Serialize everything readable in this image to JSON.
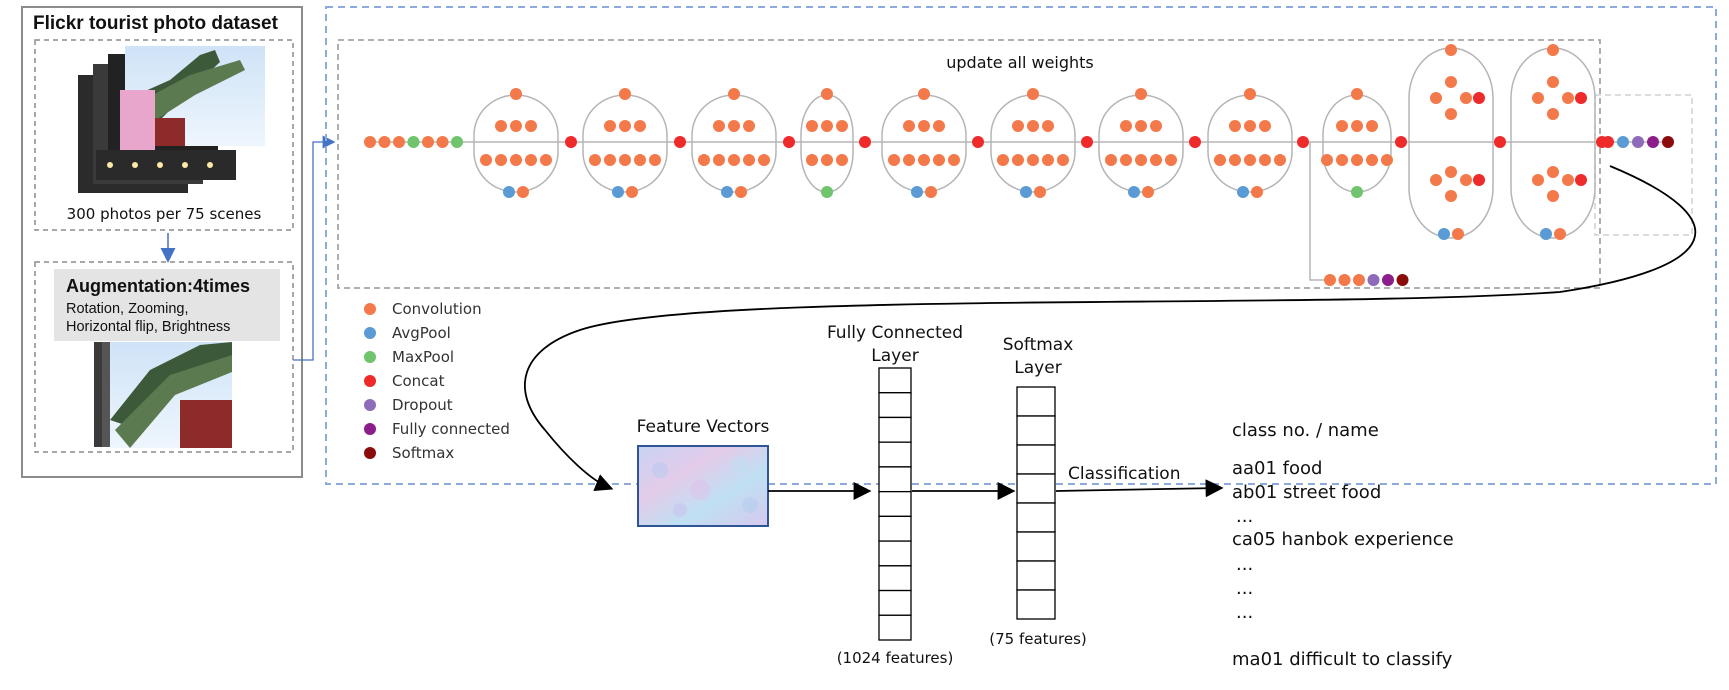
{
  "dataset": {
    "title": "Flickr tourist photo dataset",
    "caption": "300 photos per 75 scenes"
  },
  "augmentation": {
    "title": "Augmentation:4times",
    "line1": "Rotation,  Zooming,",
    "line2": "Horizontal  flip, Brightness"
  },
  "network": {
    "update_label": "update all weights"
  },
  "colors": {
    "convolution": "#f4794a",
    "avgpool": "#5b9bd5",
    "maxpool": "#70c46c",
    "concat": "#ee2a2a",
    "dropout": "#8e6bb8",
    "fully_connected": "#8b1e8b",
    "softmax": "#8b0c0c",
    "dashed_blue": "#8eaadb",
    "dashed_gray": "#a6a6a6"
  },
  "legend": [
    {
      "label": "Convolution",
      "color": "#f4794a"
    },
    {
      "label": "AvgPool",
      "color": "#5b9bd5"
    },
    {
      "label": "MaxPool",
      "color": "#70c46c"
    },
    {
      "label": "Concat",
      "color": "#ee2a2a"
    },
    {
      "label": "Dropout",
      "color": "#8e6bb8"
    },
    {
      "label": "Fully connected",
      "color": "#8b1e8b"
    },
    {
      "label": "Softmax",
      "color": "#8b0c0c"
    }
  ],
  "pipeline": {
    "feature_vectors": "Feature Vectors",
    "fc_title_1": "Fully Connected",
    "fc_title_2": "Layer",
    "fc_caption": "(1024 features)",
    "softmax_title_1": "Softmax",
    "softmax_title_2": "Layer",
    "softmax_caption": "(75 features)",
    "classification": "Classification"
  },
  "classes": {
    "header": "class no. / name",
    "items": [
      "aa01 food",
      "ab01 street food",
      "...",
      "ca05 hanbok experience",
      "...",
      "...",
      "...",
      "ma01 difficult to classify"
    ]
  }
}
